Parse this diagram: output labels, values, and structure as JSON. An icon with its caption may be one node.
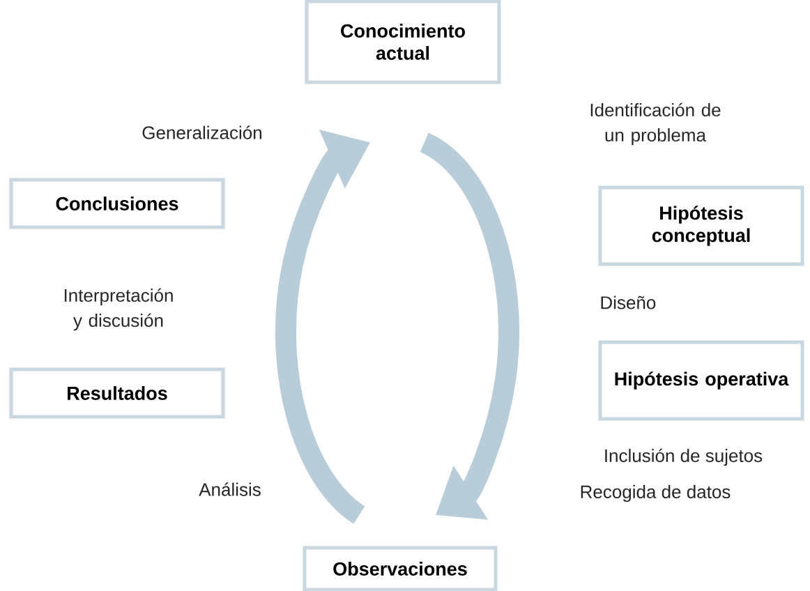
{
  "diagram": {
    "nodes": [
      {
        "text": [
          "Conocimiento actual"
        ]
      },
      {
        "text": [
          "Hipótesis conceptual"
        ]
      },
      {
        "text": [
          "Hipótesis operativa"
        ]
      },
      {
        "text": [
          "Observaciones"
        ]
      },
      {
        "text": [
          "Resultados"
        ]
      },
      {
        "text": [
          "Conclusiones"
        ]
      }
    ],
    "labels": [
      "Generalización",
      "Identificación de un problema",
      "Interpretación y discusión",
      "Diseño",
      "Inclusión de sujetos",
      "Análisis",
      "Recogida de datos"
    ]
  }
}
